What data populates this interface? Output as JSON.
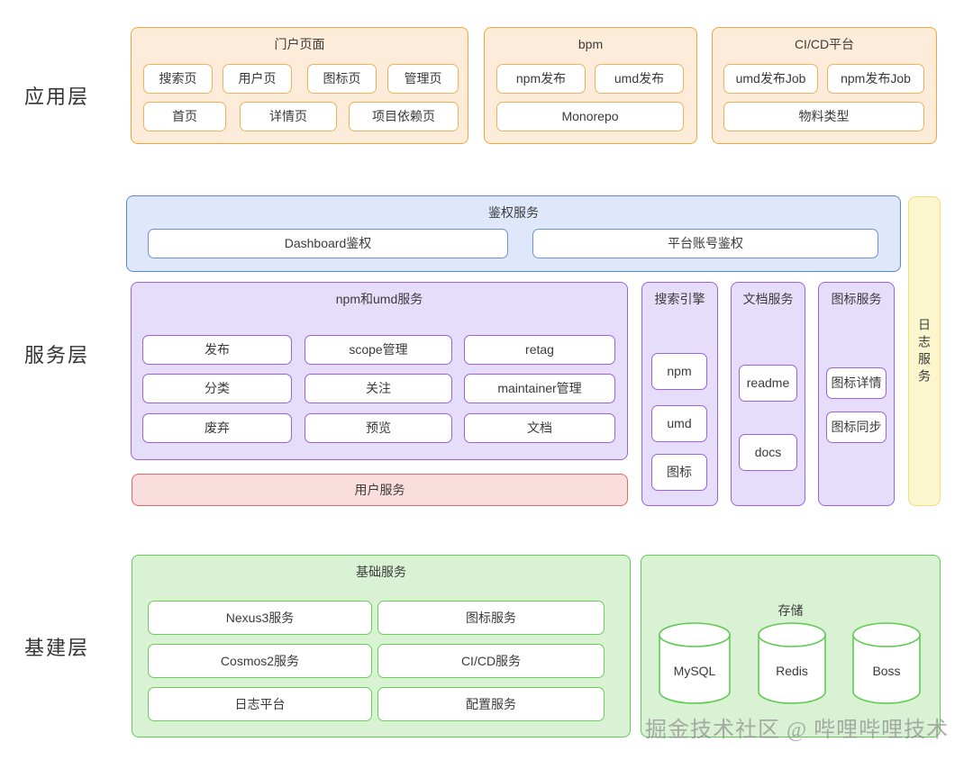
{
  "diagram": {
    "watermark": "掘金技术社区 @ 哔哩哔哩技术",
    "layers": [
      {
        "label": "应用层"
      },
      {
        "label": "服务层"
      },
      {
        "label": "基建层"
      }
    ]
  },
  "app_layer": {
    "portal": {
      "title": "门户页面",
      "row1": [
        "搜索页",
        "用户页",
        "图标页",
        "管理页"
      ],
      "row2": [
        "首页",
        "详情页",
        "项目依赖页"
      ]
    },
    "bpm": {
      "title": "bpm",
      "row1": [
        "npm发布",
        "umd发布"
      ],
      "row2": [
        "Monorepo"
      ]
    },
    "cicd": {
      "title": "CI/CD平台",
      "row1": [
        "umd发布Job",
        "npm发布Job"
      ],
      "row2": [
        "物料类型"
      ]
    }
  },
  "service_layer": {
    "auth": {
      "title": "鉴权服务",
      "items": [
        "Dashboard鉴权",
        "平台账号鉴权"
      ]
    },
    "npm_umd": {
      "title": "npm和umd服务",
      "items": [
        "发布",
        "scope管理",
        "retag",
        "分类",
        "关注",
        "maintainer管理",
        "废弃",
        "预览",
        "文档"
      ]
    },
    "user_service": {
      "title": "用户服务"
    },
    "search_engine": {
      "title": "搜索引擎",
      "items": [
        "npm",
        "umd",
        "图标"
      ]
    },
    "doc_service": {
      "title": "文档服务",
      "items": [
        "readme",
        "docs"
      ]
    },
    "icon_service": {
      "title": "图标服务",
      "items": [
        "图标详情",
        "图标同步"
      ]
    },
    "log_service": {
      "title": "日志服务"
    }
  },
  "infra_layer": {
    "base": {
      "title": "基础服务",
      "items": [
        "Nexus3服务",
        "图标服务",
        "Cosmos2服务",
        "CI/CD服务",
        "日志平台",
        "配置服务"
      ]
    },
    "storage": {
      "title": "存储",
      "items": [
        "MySQL",
        "Redis",
        "Boss"
      ]
    }
  },
  "colors": {
    "orange_fill": "#fcecd9",
    "orange_border": "#f0a73c",
    "blue_fill": "#dfe8fb",
    "blue_border": "#5b84d6",
    "purple_fill": "#e6ddfa",
    "purple_border": "#9a62e0",
    "red_fill": "#fadddd",
    "red_border": "#dc6a6a",
    "yellow_fill": "#fbf6cd",
    "yellow_border": "#ecdf7c",
    "green_fill": "#d9f2d4",
    "green_border": "#5fcb52"
  }
}
